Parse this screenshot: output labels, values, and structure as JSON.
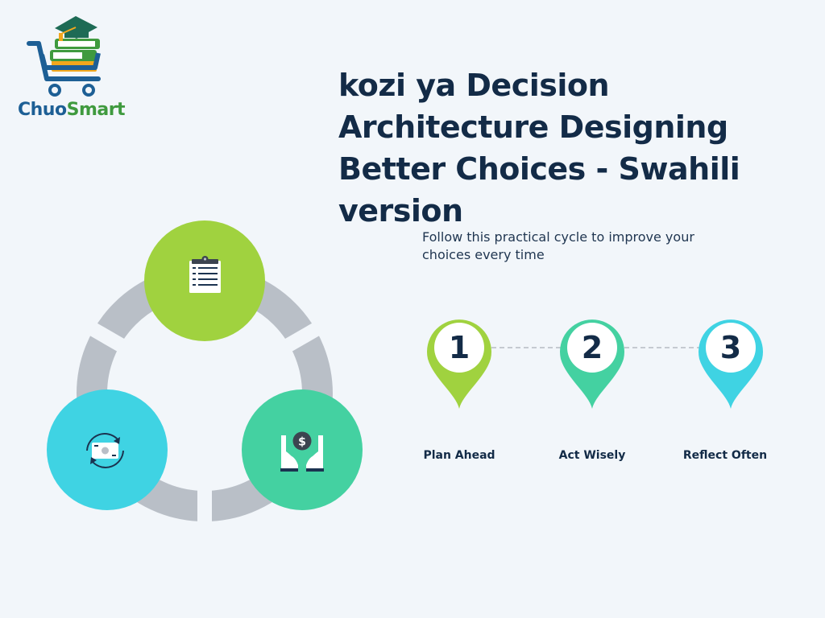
{
  "brand": {
    "name_part1": "Chuo",
    "name_part2": "Smart",
    "logo_icon": "cart-with-books-and-graduation-cap-icon",
    "colors": {
      "blue": "#1d5f95",
      "green": "#3f9a3e",
      "orange": "#f2a81d"
    }
  },
  "header": {
    "title": "kozi ya Decision Architecture Designing Better Choices - Swahili version",
    "subtitle": "Follow this practical cycle to improve your choices every time"
  },
  "cycle": {
    "ring_color": "#b9bfc7",
    "nodes": [
      {
        "icon": "clipboard-checklist-icon",
        "color": "#a0d23f"
      },
      {
        "icon": "money-exchange-icon",
        "color": "#3fd3e3"
      },
      {
        "icon": "hands-holding-coin-icon",
        "color": "#44d1a1"
      }
    ]
  },
  "steps": [
    {
      "number": "1",
      "label": "Plan Ahead",
      "color": "#a0d23f"
    },
    {
      "number": "2",
      "label": "Act Wisely",
      "color": "#44d1a1"
    },
    {
      "number": "3",
      "label": "Reflect Often",
      "color": "#3fd3e3"
    }
  ],
  "palette": {
    "background": "#f2f6fa",
    "text_dark": "#132b47",
    "dash_line": "#c5cad1"
  }
}
